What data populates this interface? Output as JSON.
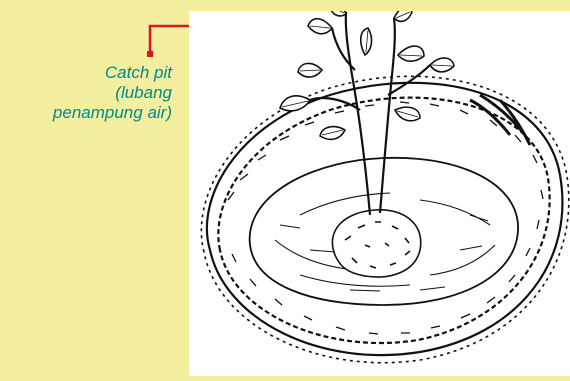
{
  "caption": {
    "line1": "Catch pit",
    "line2": "(lubang",
    "line3": "penampung air)"
  },
  "colors": {
    "background": "#f3ef9e",
    "caption_text": "#008a8a",
    "leader_line": "#e0141e",
    "ink": "#111111"
  },
  "icons": [
    "seedling-in-catch-pit-illustration"
  ]
}
